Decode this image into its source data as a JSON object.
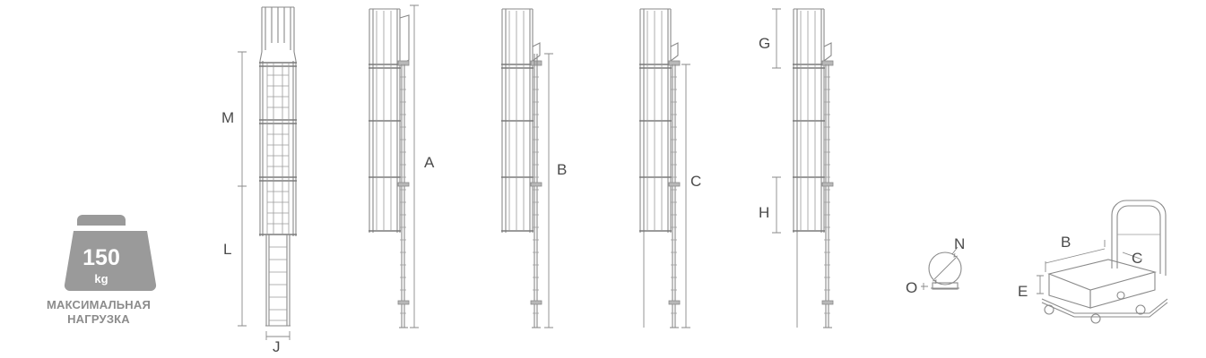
{
  "load_badge": {
    "value": "150",
    "unit": "kg",
    "caption_line1": "МАКСИМАЛЬНАЯ",
    "caption_line2": "НАГРУЗКА",
    "color": "#9a9a9a"
  },
  "dimension_labels": {
    "M": "M",
    "L": "L",
    "J": "J",
    "A": "A",
    "B": "B",
    "C": "C",
    "G": "G",
    "H": "H",
    "N": "N",
    "O": "O",
    "pack_B": "B",
    "pack_C": "C",
    "pack_E": "E"
  },
  "colors": {
    "line": "#8a8a8a",
    "text": "#4a4a4a",
    "background": "#ffffff"
  }
}
